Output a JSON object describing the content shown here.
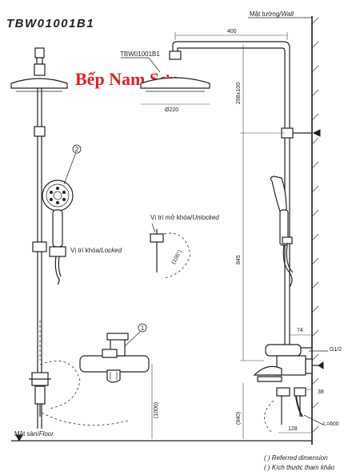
{
  "model": "TBW01001B1",
  "callout_model": "TBW01001B1",
  "watermark": "Bếp Nam Sơn",
  "wall_label": "Mặt tường/",
  "wall_label_en": "Wall",
  "floor_label": "Mặt sàn/",
  "floor_label_en": "Floor",
  "unlocked_label": "Vị trí mở khóa/",
  "unlocked_label_en": "Unlocked",
  "locked_label": "Vị trí khóa/",
  "locked_label_en": "Locked",
  "angle_label": "(105°)",
  "callout_1": "1",
  "callout_2": "2",
  "dims": {
    "d400": "400",
    "d220": "Ø220",
    "d298": "298±100",
    "d845": "845",
    "d1000": "(1000)",
    "d940": "(940)",
    "d74": "74",
    "d38": "38",
    "d128": "128",
    "g12": "G1/2",
    "lhose": "L=600"
  },
  "notes": {
    "referred": "( ) Referred dimension",
    "ref_vi": "( ) Kích thước tham khảo"
  },
  "colors": {
    "watermark": "#e41e26",
    "line": "#222222"
  }
}
